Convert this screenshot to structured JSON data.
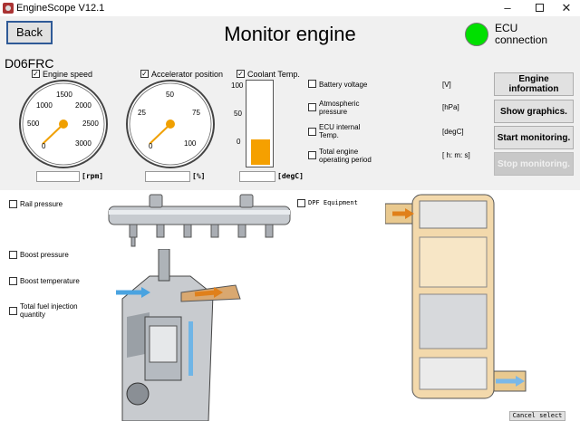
{
  "window": {
    "title": "EngineScope V12.1",
    "minimize": "–",
    "close": "✕"
  },
  "header": {
    "back_label": "Back",
    "title": "Monitor engine",
    "ecu_label": "ECU connection",
    "ecu_status_color": "#00e000"
  },
  "model": "D06FRC",
  "gauges": [
    {
      "label": "Engine speed",
      "checked": true,
      "ticks": [
        "0",
        "500",
        "1000",
        "1500",
        "2000",
        "2500",
        "3000"
      ],
      "unit": "[rpm]",
      "value": ""
    },
    {
      "label": "Accelerator position",
      "checked": true,
      "ticks": [
        "0",
        "25",
        "50",
        "75",
        "100"
      ],
      "unit": "[%]",
      "value": ""
    },
    {
      "label": "Coolant Temp.",
      "checked": true,
      "ticks": [
        "100",
        "50",
        "0"
      ],
      "unit": "[degC]",
      "value": ""
    }
  ],
  "coolant_fill_color": "#f5a000",
  "items": [
    {
      "label": "Battery voltage",
      "unit": "[V]"
    },
    {
      "label": "Atmospheric pressure",
      "unit": "[hPa]"
    },
    {
      "label": "ECU internal Temp.",
      "unit": "[degC]"
    },
    {
      "label": "Total engine operating period",
      "unit": "[ h: m: s]"
    }
  ],
  "buttons": {
    "engine_info": "Engine information",
    "show_graphics": "Show graphics.",
    "start_monitoring": "Start monitoring.",
    "stop_monitoring": "Stop monitoring."
  },
  "diagram_items": {
    "rail_pressure": "Rail pressure",
    "boost_pressure": "Boost pressure",
    "boost_temperature": "Boost temperature",
    "total_fuel_injection": "Total fuel injection quantity",
    "dpf_equipment": "DPF Equipment"
  },
  "cancel_select": "Cancel select"
}
